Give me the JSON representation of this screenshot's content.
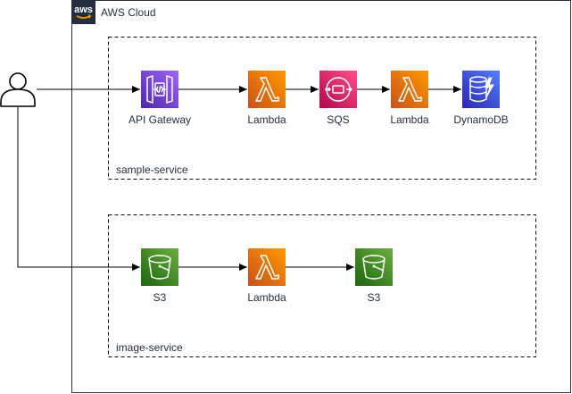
{
  "cloud": {
    "title": "AWS Cloud",
    "badge_text": "aws"
  },
  "groups": {
    "sample": {
      "label": "sample-service"
    },
    "image": {
      "label": "image-service"
    }
  },
  "services": {
    "api_gateway": "API Gateway",
    "lambda_1": "Lambda",
    "sqs": "SQS",
    "lambda_2": "Lambda",
    "dynamodb": "DynamoDB",
    "s3_in": "S3",
    "lambda_3": "Lambda",
    "s3_out": "S3"
  },
  "colors": {
    "api_gateway": "#8C4FFF",
    "lambda": "#ED7100",
    "sqs": "#E7157B",
    "dynamodb": "#4053D6",
    "s3": "#3F8624",
    "line": "#000000",
    "aws_badge": "#232F3E"
  },
  "icons": [
    "user-icon",
    "api-gateway-icon",
    "lambda-icon",
    "sqs-icon",
    "dynamodb-icon",
    "s3-bucket-icon"
  ]
}
